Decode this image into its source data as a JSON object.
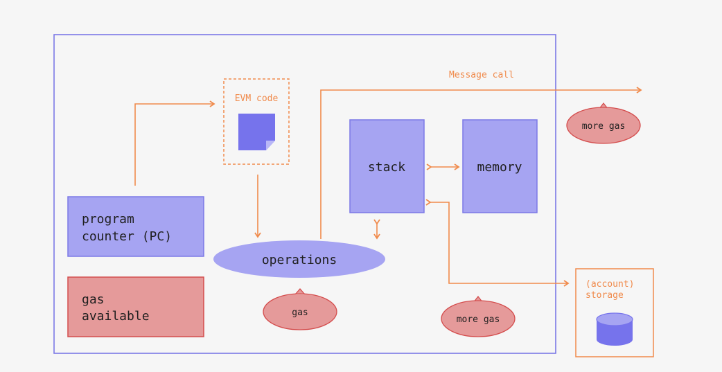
{
  "labels": {
    "evm_code": "EVM code",
    "message_call": "Message call",
    "stack": "stack",
    "memory": "memory",
    "program_counter_line1": "program",
    "program_counter_line2": "counter (PC)",
    "gas_available_line1": "gas",
    "gas_available_line2": "available",
    "operations": "operations",
    "gas": "gas",
    "more_gas_top": "more gas",
    "more_gas_bottom": "more gas",
    "storage_line1": "(account)",
    "storage_line2": "storage"
  },
  "colors": {
    "background": "#f6f6f6",
    "frame_border": "#7b78e6",
    "purple_fill": "#a6a4f2",
    "purple_border": "#7b78e6",
    "doc_fill": "#7673ec",
    "red_fill": "#e59a9a",
    "red_border": "#d44d4d",
    "orange": "#f08a4b",
    "text": "#1f1f1f"
  },
  "icons": {
    "evm_code": "document-icon",
    "storage": "database-cylinder-icon"
  }
}
